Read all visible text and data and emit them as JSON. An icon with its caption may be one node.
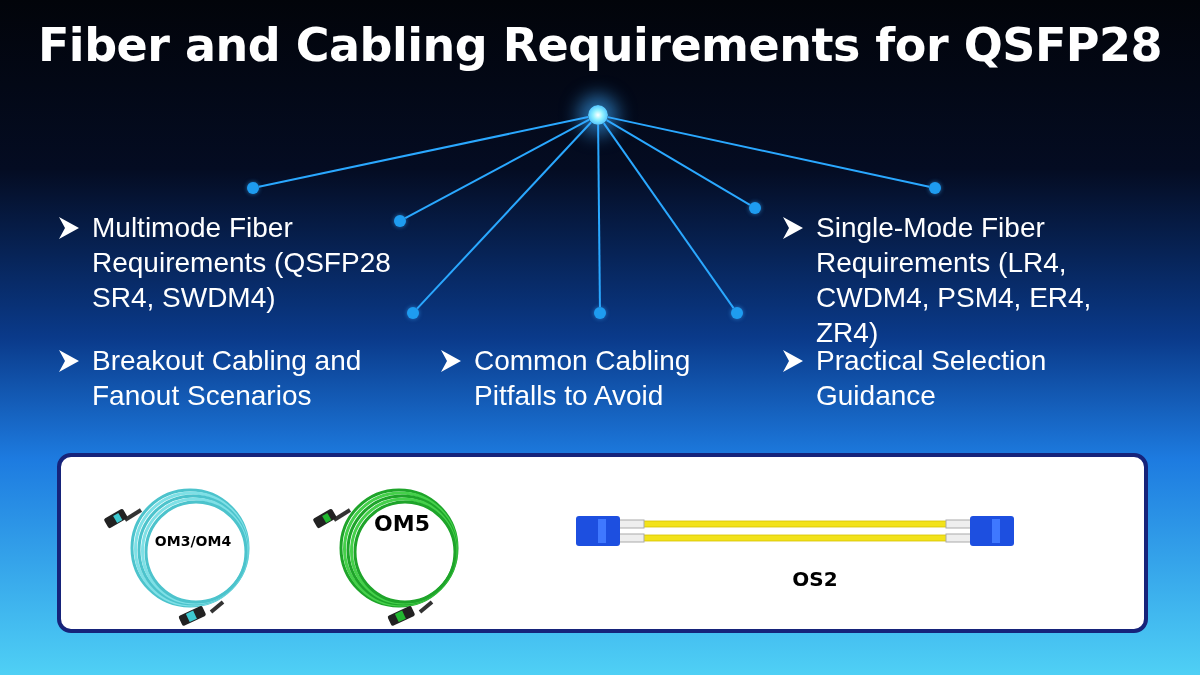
{
  "diagram": {
    "title": "Fiber and Cabling Requirements for QSFP28",
    "nodes": [
      {
        "text": [],
        "shape": "circle"
      },
      {
        "text": [],
        "shape": "circle"
      },
      {
        "text": [],
        "shape": "circle"
      },
      {
        "text": [],
        "shape": "circle"
      },
      {
        "text": [],
        "shape": "circle"
      },
      {
        "text": [],
        "shape": "circle"
      },
      {
        "text": [],
        "shape": "circle"
      },
      {
        "text": [],
        "shape": "circle"
      },
      {
        "text": [],
        "shape": "box"
      }
    ],
    "edges": [
      {
        "from": 0,
        "to": 1,
        "arrow": "none"
      },
      {
        "from": 0,
        "to": 2,
        "arrow": "none"
      },
      {
        "from": 0,
        "to": 3,
        "arrow": "none"
      },
      {
        "from": 0,
        "to": 4,
        "arrow": "none"
      },
      {
        "from": 0,
        "to": 5,
        "arrow": "none"
      },
      {
        "from": 0,
        "to": 6,
        "arrow": "none"
      },
      {
        "from": 0,
        "to": 7,
        "arrow": "none"
      }
    ],
    "labels": [
      "Multimode Fiber Requirements (QSFP28 SR4, SWDM4)",
      "Single-Mode Fiber Requirements (LR4, CWDM4, PSM4, ER4, ZR4)",
      "Breakout Cabling and Fanout Scenarios",
      "Common Cabling Pitfalls to Avoid",
      "Practical Selection Guidance",
      "OM3/OM4",
      "OM5",
      "OS2"
    ]
  }
}
